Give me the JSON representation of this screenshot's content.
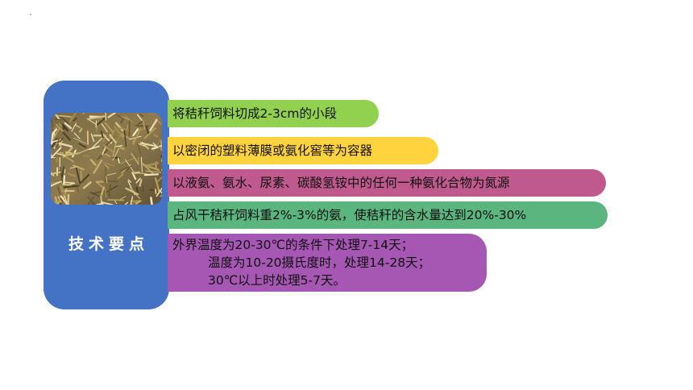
{
  "side_card": {
    "title": "技术要点",
    "photo": "straw-photo"
  },
  "items": [
    {
      "text": "将秸秆饲料切成2-3cm的小段",
      "color": "#92d050"
    },
    {
      "text": "以密闭的塑料薄膜或氨化窖等为容器",
      "color": "#ffd33d"
    },
    {
      "text": "以液氨、氨水、尿素、碳酸氢铵中的任何一种氨化合物为氮源",
      "color": "#c05a8e"
    },
    {
      "text": "占风干秸秆饲料重2%-3%的氨，使秸秆的含水量达到20%-30%",
      "color": "#5bb57f"
    },
    {
      "lines": [
        "外界温度为20-30℃的条件下处理7-14天；",
        "温度为10-20摄氏度时，处理14-28天；",
        "30℃以上时处理5-7天。"
      ],
      "color": "#a557b3"
    }
  ],
  "colors": {
    "card": "#4472c4"
  }
}
